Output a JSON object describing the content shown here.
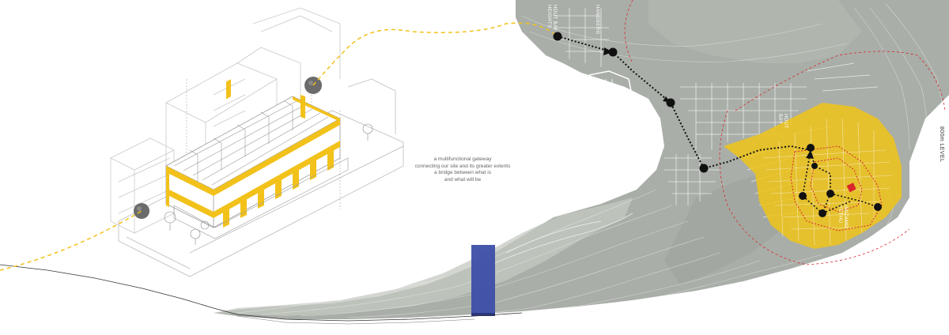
{
  "caption": {
    "lines": [
      "a multifunctional gateway",
      "connecting our site and its greater extents",
      "a bridge between what is",
      "and what will be"
    ]
  },
  "map_labels": {
    "hout_heights": [
      "HOUT BAY",
      "HEIGHTS"
    ],
    "hangberg": "HANGBERG",
    "hout_bay": [
      "HOUT",
      "BAY"
    ],
    "imizamo_yethu": [
      "IMIZAMO",
      "YETHU"
    ],
    "elevation": "800m LEVEL"
  },
  "colors": {
    "accent_yellow": "#f2c21b",
    "catchment_yellow": "#f0c419",
    "terrain_gray": "#a9aea8",
    "terrain_light": "#c4c8c2",
    "bridge_blue": "#3d4fa8",
    "route_black": "#111111",
    "boundary_red": "#d9262b",
    "linework_gray": "#b8b8b8"
  }
}
